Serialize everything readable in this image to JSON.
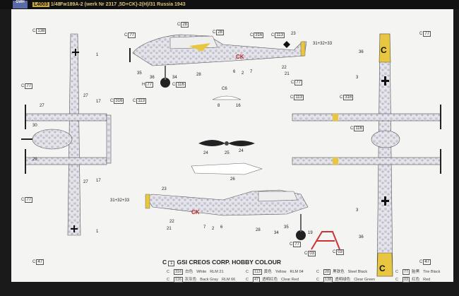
{
  "header": {
    "logo": "GREAT WALL HOBBY",
    "scale_badge": "L4003",
    "scale": "1/48",
    "title": "Fw189A-2 (werk Nr 2317 ,5D+CK)-2(H)/31 Russia 1943"
  },
  "callouts": {
    "c138": "138",
    "c77": "77",
    "c28": "28",
    "c316": "316",
    "c113": "113",
    "c116": "116",
    "c47": "47",
    "c03": "03",
    "prefix": "C",
    "h": "H",
    "n1": "1",
    "n2": "2",
    "n3": "3",
    "n6": "6",
    "n7": "7",
    "n8": "8",
    "n16": "16",
    "n17": "17",
    "n19": "19",
    "n21": "21",
    "n22": "22",
    "n23": "23",
    "n24": "24",
    "n25": "25",
    "n26": "26",
    "n27": "27",
    "n28": "28",
    "n29": "29",
    "n30": "30",
    "n34": "34",
    "n35": "35",
    "n36": "36",
    "c6": "C6",
    "codes": "31+32+33",
    "mark_ck": "CK",
    "mark_c": "C"
  },
  "legend": {
    "brand_ref": "1",
    "title": "GSI CREOS CORP. HOBBY COLOUR",
    "colors": [
      {
        "code": "316",
        "cn": "白色",
        "en": "White",
        "rlm": "RLM 21"
      },
      {
        "code": "116",
        "cn": "灰灰色",
        "en": "Back Gray",
        "rlm": "RLM 66"
      },
      {
        "code": "113",
        "cn": "黄色",
        "en": "Yellow",
        "rlm": "RLM 04"
      },
      {
        "code": "47",
        "cn": "透明红色",
        "en": "Clear Red",
        "rlm": ""
      },
      {
        "code": "28",
        "cn": "黑铁色",
        "en": "Steel Black",
        "rlm": ""
      },
      {
        "code": "138",
        "cn": "透明绿色",
        "en": "Clear Green",
        "rlm": ""
      },
      {
        "code": "77",
        "cn": "胎黑",
        "en": "Tire Black",
        "rlm": ""
      },
      {
        "code": "03",
        "cn": "红色",
        "en": "Red",
        "rlm": ""
      }
    ]
  },
  "accent": {
    "yellow": "#e8c640",
    "camo": "#d8d8e0",
    "dark": "#2b2b2b"
  }
}
